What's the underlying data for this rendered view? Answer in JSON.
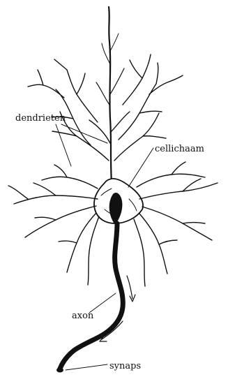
{
  "labels": {
    "dendrites": "dendrieten",
    "cell_body": "cellichaam",
    "axon": "axon",
    "synapse": "synaps"
  },
  "colors": {
    "ink": "#111111",
    "background": "#ffffff"
  }
}
